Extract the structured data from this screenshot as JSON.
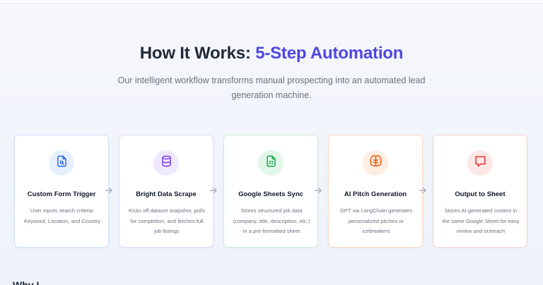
{
  "header": {
    "title_main": "How It Works: ",
    "title_accent": "5-Step Automation",
    "subtitle": "Our intelligent workflow transforms manual prospecting into an automated lead generation machine."
  },
  "colors": {
    "accent": "#4f46e5",
    "step_borders": [
      "#cfe0fb",
      "#e2dcfb",
      "#cdeed6",
      "#fbd9c4",
      "#f7d2cd"
    ],
    "step_icon_bg": [
      "#e7f0fe",
      "#efe9fe",
      "#e3f7e9",
      "#fdeee3",
      "#fde8e6"
    ],
    "step_icon_fg": [
      "#2563eb",
      "#7c3aed",
      "#16a34a",
      "#ea580c",
      "#dc2626"
    ]
  },
  "steps": [
    {
      "icon": "document-search-icon",
      "title": "Custom Form Trigger",
      "description": "User inputs search criteria: Keyword, Location, and Country"
    },
    {
      "icon": "database-icon",
      "title": "Bright Data Scrape",
      "description": "Kicks off dataset snapshot, polls for completion, and fetches full job listings"
    },
    {
      "icon": "spreadsheet-icon",
      "title": "Google Sheets Sync",
      "description": "Stores structured job data (company, title, description, etc.) in a pre-formatted sheet"
    },
    {
      "icon": "brain-icon",
      "title": "AI Pitch Generation",
      "description": "GPT via LangChain generates personalized pitches or icebreakers"
    },
    {
      "icon": "message-icon",
      "title": "Output to Sheet",
      "description": "Stores AI-generated content in the same Google Sheet for easy review and outreach"
    }
  ],
  "footer": {
    "peek_text": "Why I..."
  }
}
